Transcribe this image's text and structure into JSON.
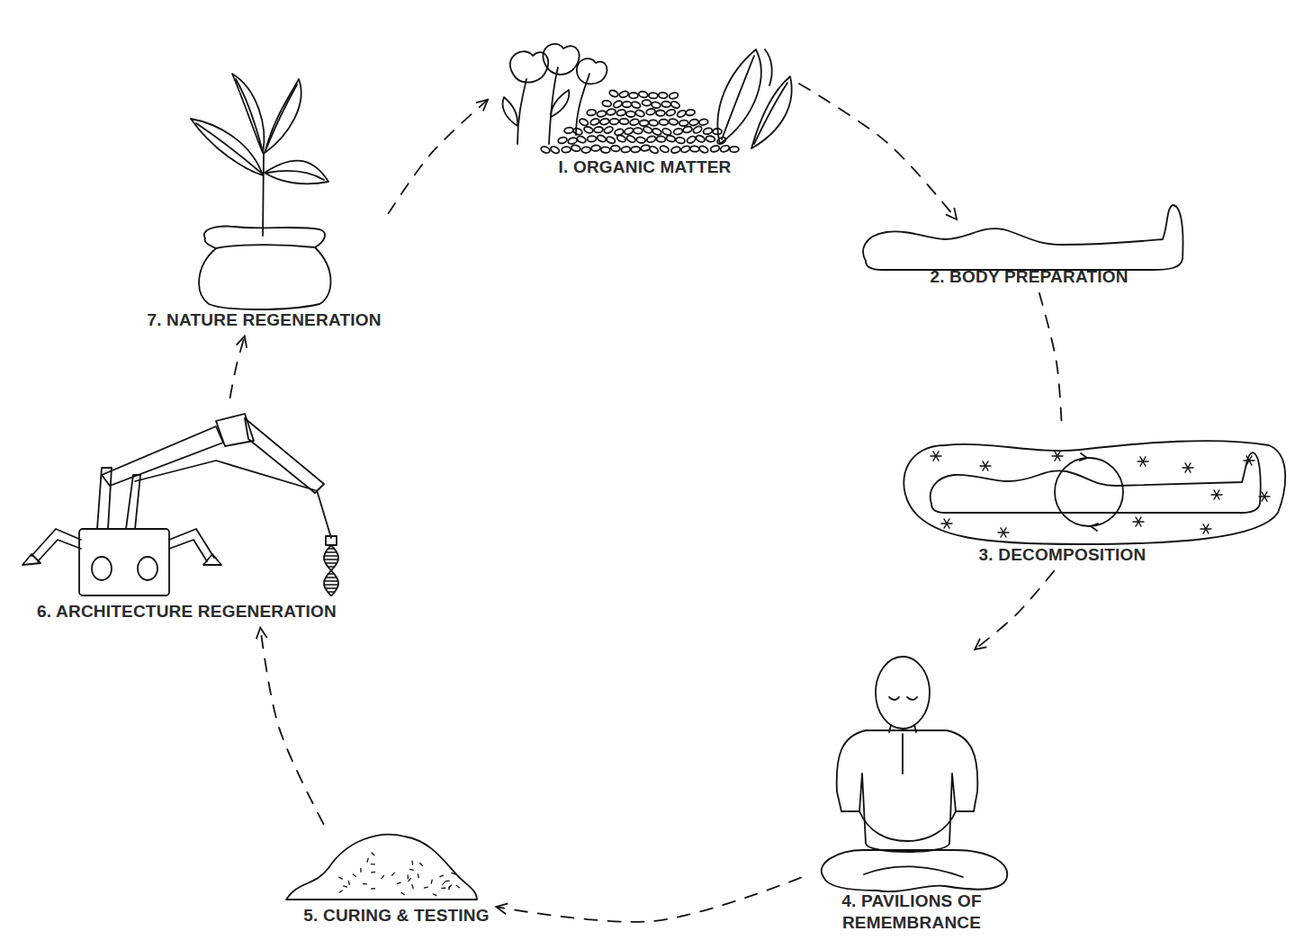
{
  "diagram": {
    "nodes": [
      {
        "text": [
          "I. ORGANIC MATTER"
        ]
      },
      {
        "text": [
          "2. BODY PREPARATION"
        ]
      },
      {
        "text": [
          "3. DECOMPOSITION"
        ]
      },
      {
        "text": [
          "4. PAVILIONS OF REMEMBRANCE"
        ]
      },
      {
        "text": [
          "5. CURING & TESTING"
        ]
      },
      {
        "text": [
          "6. ARCHITECTURE REGENERATION"
        ]
      },
      {
        "text": [
          "7. NATURE REGENERATION"
        ]
      }
    ],
    "edges": [
      {
        "from": 0,
        "to": 1,
        "arrow": "to"
      },
      {
        "from": 1,
        "to": 2,
        "arrow": "none"
      },
      {
        "from": 2,
        "to": 3,
        "arrow": "to"
      },
      {
        "from": 3,
        "to": 4,
        "arrow": "to"
      },
      {
        "from": 4,
        "to": 5,
        "arrow": "to"
      },
      {
        "from": 5,
        "to": 6,
        "arrow": "to"
      },
      {
        "from": 6,
        "to": 0,
        "arrow": "to"
      }
    ]
  }
}
